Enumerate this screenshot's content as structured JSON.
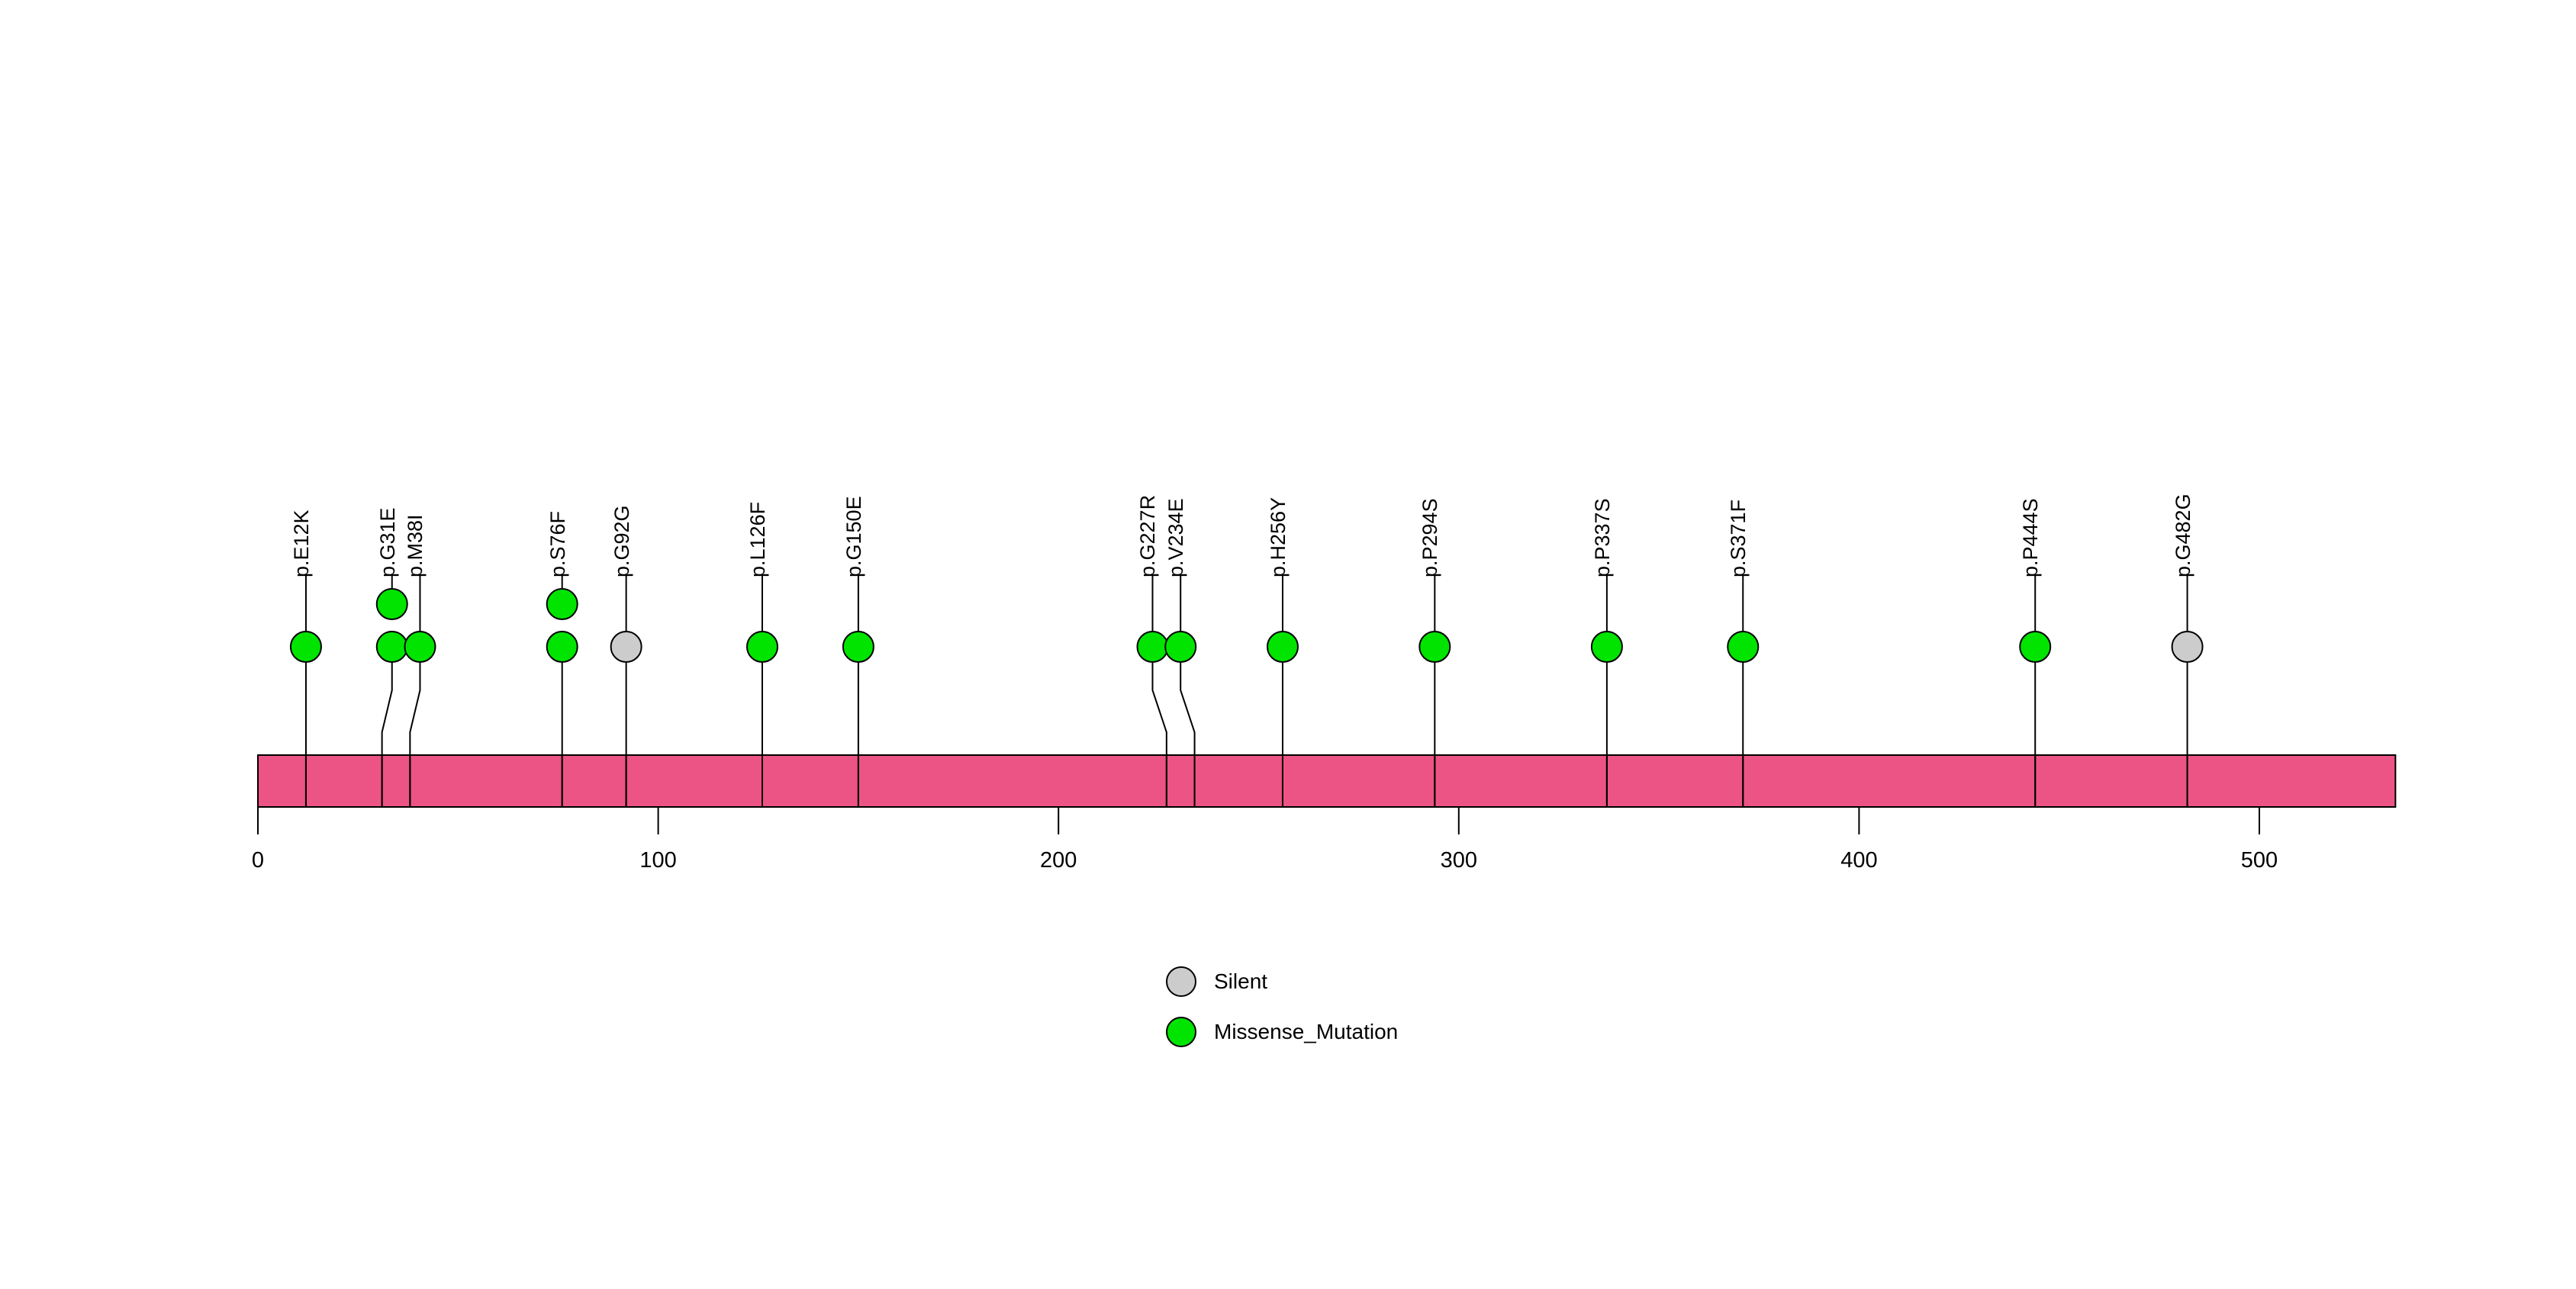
{
  "chart_data": {
    "type": "lollipop",
    "title": "",
    "xlabel": "",
    "ylabel": "",
    "xlim": [
      0,
      534
    ],
    "protein_length": 534,
    "grid": false,
    "axis_ticks": [
      {
        "value": 0,
        "label": "0"
      },
      {
        "value": 100,
        "label": "100"
      },
      {
        "value": 200,
        "label": "200"
      },
      {
        "value": 300,
        "label": "300"
      },
      {
        "value": 400,
        "label": "400"
      },
      {
        "value": 500,
        "label": "500"
      }
    ],
    "domains": [
      {
        "start": 0,
        "end": 12
      },
      {
        "start": 12,
        "end": 31
      },
      {
        "start": 31,
        "end": 38
      },
      {
        "start": 38,
        "end": 76
      },
      {
        "start": 76,
        "end": 92
      },
      {
        "start": 92,
        "end": 126
      },
      {
        "start": 126,
        "end": 150
      },
      {
        "start": 150,
        "end": 227
      },
      {
        "start": 227,
        "end": 234
      },
      {
        "start": 234,
        "end": 256
      },
      {
        "start": 256,
        "end": 294
      },
      {
        "start": 294,
        "end": 337
      },
      {
        "start": 337,
        "end": 371
      },
      {
        "start": 371,
        "end": 444
      },
      {
        "start": 444,
        "end": 482
      },
      {
        "start": 482,
        "end": 534
      }
    ],
    "mutations": [
      {
        "label": "p.E12K",
        "position": 12,
        "count": 1,
        "type": "Missense_Mutation",
        "label_position": 12
      },
      {
        "label": "p.G31E",
        "position": 31,
        "count": 2,
        "type": "Missense_Mutation",
        "label_position": 33.5
      },
      {
        "label": "p.M38I",
        "position": 38,
        "count": 1,
        "type": "Missense_Mutation",
        "label_position": 40.5
      },
      {
        "label": "p.S76F",
        "position": 76,
        "count": 2,
        "type": "Missense_Mutation",
        "label_position": 76
      },
      {
        "label": "p.G92G",
        "position": 92,
        "count": 1,
        "type": "Silent",
        "label_position": 92
      },
      {
        "label": "p.L126F",
        "position": 126,
        "count": 1,
        "type": "Missense_Mutation",
        "label_position": 126
      },
      {
        "label": "p.G150E",
        "position": 150,
        "count": 1,
        "type": "Missense_Mutation",
        "label_position": 150
      },
      {
        "label": "p.G227R",
        "position": 227,
        "count": 1,
        "type": "Missense_Mutation",
        "label_position": 223.5
      },
      {
        "label": "p.V234E",
        "position": 234,
        "count": 1,
        "type": "Missense_Mutation",
        "label_position": 230.5
      },
      {
        "label": "p.H256Y",
        "position": 256,
        "count": 1,
        "type": "Missense_Mutation",
        "label_position": 256
      },
      {
        "label": "p.P294S",
        "position": 294,
        "count": 1,
        "type": "Missense_Mutation",
        "label_position": 294
      },
      {
        "label": "p.P337S",
        "position": 337,
        "count": 1,
        "type": "Missense_Mutation",
        "label_position": 337
      },
      {
        "label": "p.S371F",
        "position": 371,
        "count": 1,
        "type": "Missense_Mutation",
        "label_position": 371
      },
      {
        "label": "p.P444S",
        "position": 444,
        "count": 1,
        "type": "Missense_Mutation",
        "label_position": 444
      },
      {
        "label": "p.G482G",
        "position": 482,
        "count": 1,
        "type": "Silent",
        "label_position": 482
      }
    ],
    "legend": {
      "position": "bottom-center",
      "entries": [
        {
          "label": "Silent",
          "color": "#CCCCCC"
        },
        {
          "label": "Missense_Mutation",
          "color": "#00E400"
        }
      ]
    },
    "colors": {
      "protein_bar": "#EC5485",
      "protein_bar_border": "#000000",
      "missense": "#00E400",
      "silent": "#CCCCCC",
      "stem": "#000000",
      "marker_border": "#000000",
      "axis": "#000000",
      "background": "#FFFFFF"
    }
  }
}
